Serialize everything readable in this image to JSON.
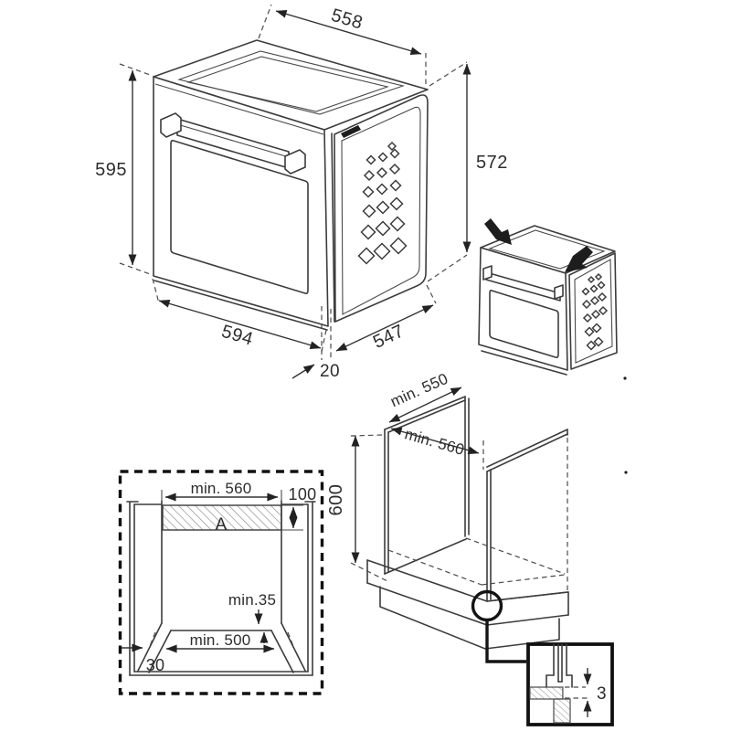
{
  "colors": {
    "background": "#ffffff",
    "line": "#3c3c3c",
    "dark": "#141414",
    "hatch": "#8a8a8a",
    "text": "#2d2d2d"
  },
  "labels": {
    "main_oven": {
      "top_width": "558",
      "front_height": "595",
      "side_height": "572",
      "front_width": "594",
      "depth": "547",
      "door_overhang": "20"
    },
    "cabinet": {
      "top_depth": "min. 550",
      "inner_width": "min. 560",
      "height": "600"
    },
    "niche": {
      "width": "min. 560",
      "vent_height": "100",
      "vent_area": "A",
      "rear_clearance": "min.35",
      "base_width": "min. 500",
      "side_gap": "30"
    },
    "detail": {
      "bottom_gap": "3"
    }
  }
}
